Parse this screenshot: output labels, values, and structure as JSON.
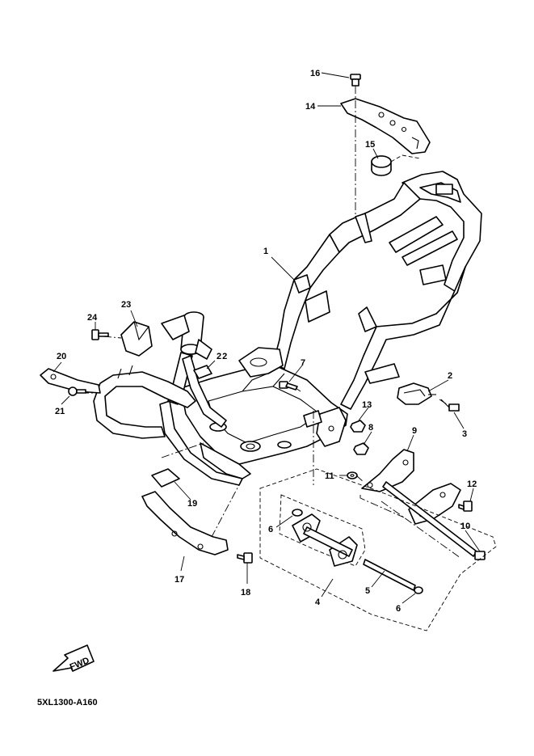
{
  "drawing_code": "5XL1300-A160",
  "fwd_label": "FWD",
  "callouts": [
    {
      "id": "c1",
      "text": "1"
    },
    {
      "id": "c2",
      "text": "2"
    },
    {
      "id": "c3",
      "text": "3"
    },
    {
      "id": "c4",
      "text": "4"
    },
    {
      "id": "c5",
      "text": "5"
    },
    {
      "id": "c6a",
      "text": "6"
    },
    {
      "id": "c6b",
      "text": "6"
    },
    {
      "id": "c7",
      "text": "7"
    },
    {
      "id": "c8",
      "text": "8"
    },
    {
      "id": "c9",
      "text": "9"
    },
    {
      "id": "c10",
      "text": "10"
    },
    {
      "id": "c11",
      "text": "11"
    },
    {
      "id": "c12",
      "text": "12"
    },
    {
      "id": "c13",
      "text": "13"
    },
    {
      "id": "c14",
      "text": "14"
    },
    {
      "id": "c15",
      "text": "15"
    },
    {
      "id": "c16",
      "text": "16"
    },
    {
      "id": "c17",
      "text": "17"
    },
    {
      "id": "c18",
      "text": "18"
    },
    {
      "id": "c19",
      "text": "19"
    },
    {
      "id": "c20",
      "text": "20"
    },
    {
      "id": "c21",
      "text": "21"
    },
    {
      "id": "c22",
      "text": "22"
    },
    {
      "id": "c23",
      "text": "23"
    },
    {
      "id": "c24",
      "text": "24"
    }
  ]
}
